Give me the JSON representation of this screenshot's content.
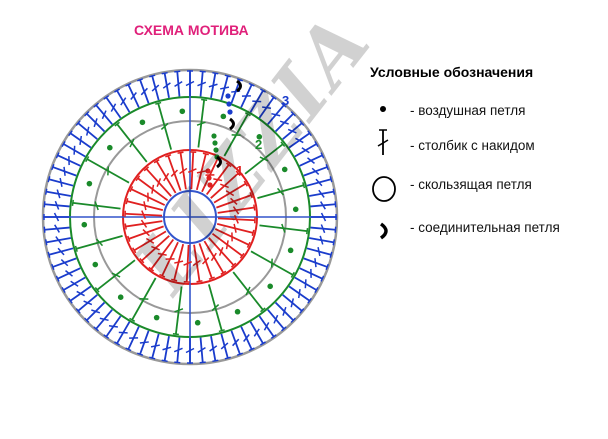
{
  "title": "СХЕМА МОТИВА",
  "watermark": "LIZZIA",
  "round_labels": [
    "1",
    "2",
    "3"
  ],
  "legend": {
    "title": "Условные обозначения",
    "items": [
      {
        "symbol": "dot-icon",
        "label": "- воздушная петля"
      },
      {
        "symbol": "double-crochet-icon",
        "label": "- столбик с накидом"
      },
      {
        "symbol": "slip-ring-icon",
        "label": "- скользящая петля"
      },
      {
        "symbol": "slip-stitch-icon",
        "label": "- соединительная петля"
      }
    ]
  },
  "colors": {
    "title": "#e0207a",
    "round1": "#e02020",
    "round2": "#1a8a2a",
    "round3": "#1a3ccc",
    "ring": "#3355cc",
    "guide": "#999999"
  }
}
